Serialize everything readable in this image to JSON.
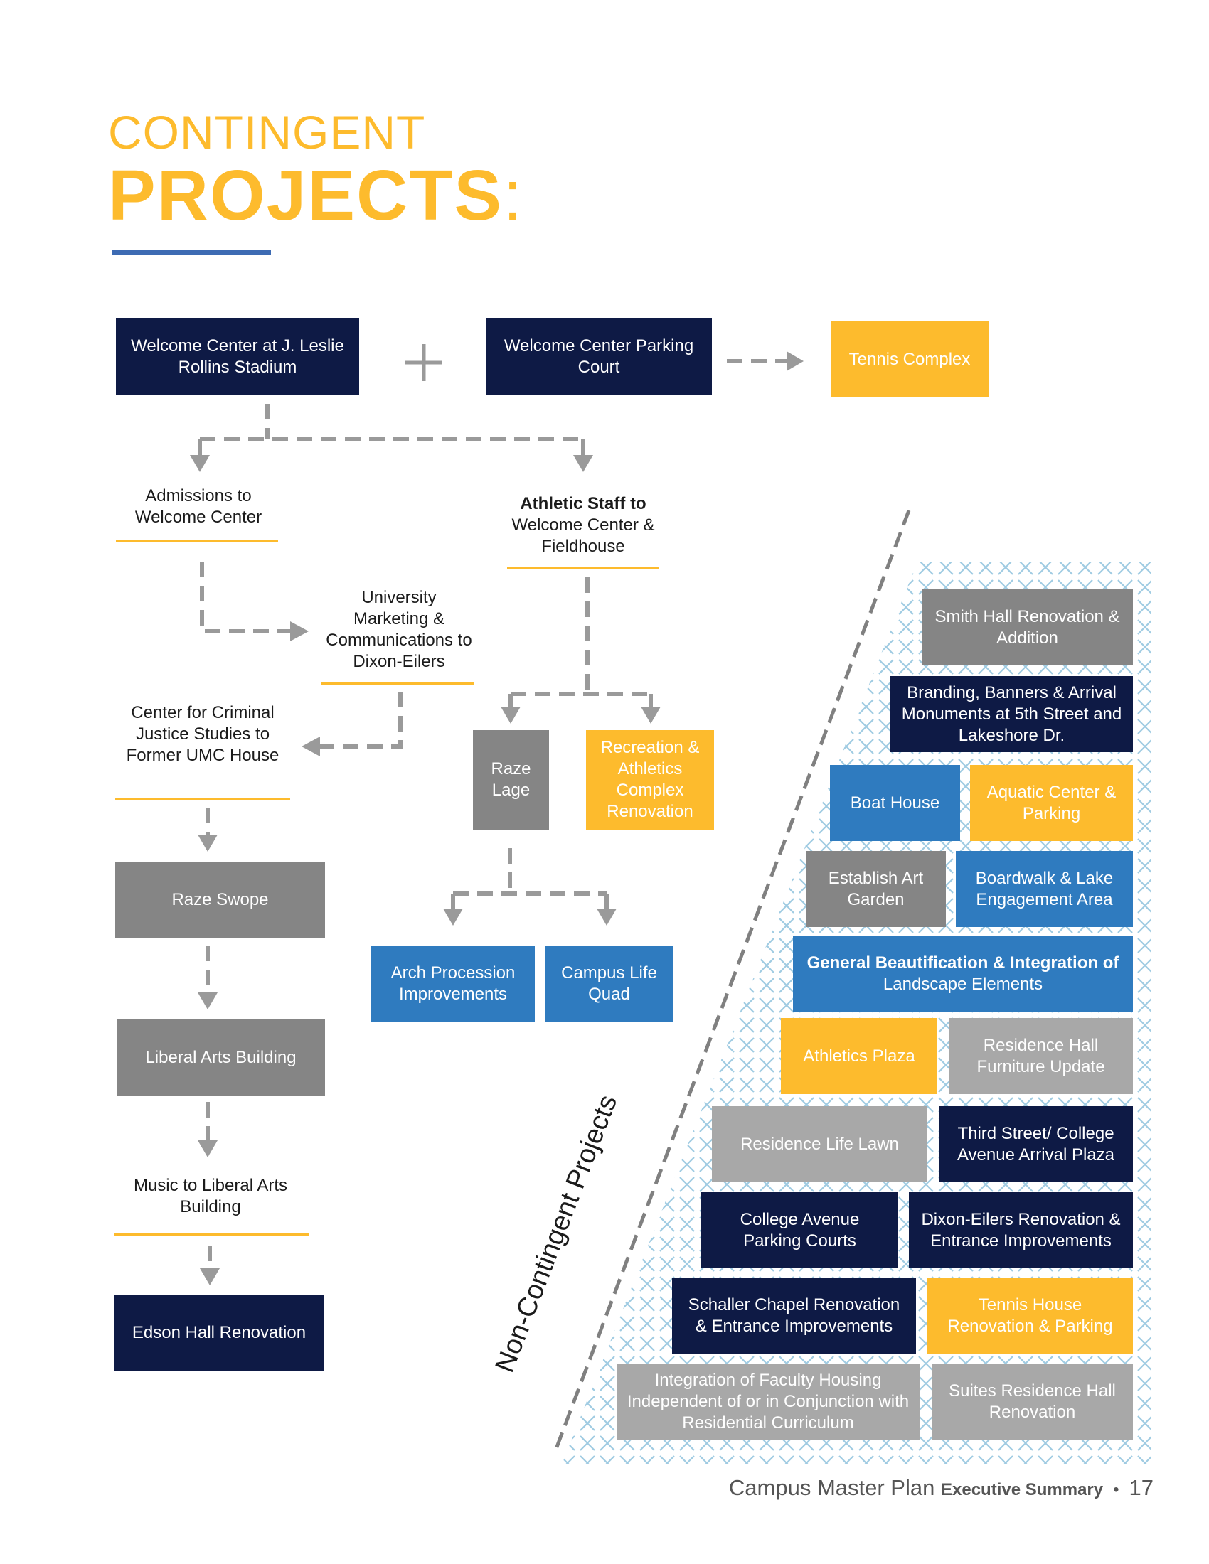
{
  "title": {
    "line1": "CONTINGENT",
    "line2": "PROJECTS",
    "colon": ":"
  },
  "colors": {
    "gold": "#fdbb2d",
    "navy": "#0e1a45",
    "blue": "#2f7bbf",
    "grey": "#858585",
    "light_grey": "#a8a8a8",
    "accent_rule": "#3d6bb3"
  },
  "contingent": {
    "welcome_center": "Welcome Center at J. Leslie Rollins Stadium",
    "plus": "+",
    "parking_court": "Welcome Center Parking Court",
    "tennis_complex": "Tennis Complex",
    "admissions": "Admissions to Welcome Center",
    "athletic_staff_bold": "Athletic Staff to",
    "athletic_staff_rest": "Welcome Center & Fieldhouse",
    "university_marketing": "University Marketing & Communications to Dixon-Eilers",
    "criminal_justice": "Center for Criminal Justice Studies to Former UMC House",
    "raze_lage": "Raze Lage",
    "recreation": "Recreation & Athletics Complex Renovation",
    "raze_swope": "Raze Swope",
    "arch_procession": "Arch Procession Improvements",
    "campus_life_quad": "Campus Life Quad",
    "liberal_arts": "Liberal Arts Building",
    "music": "Music to Liberal Arts Building",
    "edson_hall": "Edson Hall Renovation"
  },
  "non_contingent": {
    "label": "Non-Contingent Projects",
    "smith_hall": "Smith Hall Renovation & Addition",
    "branding": "Branding, Banners & Arrival Monuments at 5th Street and Lakeshore Dr.",
    "boat_house": "Boat House",
    "aquatic_center": "Aquatic Center & Parking",
    "art_garden": "Establish Art Garden",
    "boardwalk": "Boardwalk & Lake Engagement Area",
    "beautification_bold": "General Beautification & Integration of",
    "beautification_rest": "Landscape Elements",
    "athletics_plaza": "Athletics Plaza",
    "residence_furniture": "Residence Hall Furniture Update",
    "residence_lawn": "Residence Life Lawn",
    "third_street": "Third Street/ College Avenue Arrival Plaza",
    "college_avenue": "College Avenue Parking Courts",
    "dixon_eilers": "Dixon-Eilers Renovation & Entrance Improvements",
    "schaller_chapel": "Schaller Chapel Renovation & Entrance Improvements",
    "tennis_house": "Tennis House Renovation & Parking",
    "faculty_housing": "Integration of Faculty Housing Independent of or in Conjunction with Residential Curriculum",
    "suites_residence": "Suites Residence Hall Renovation"
  },
  "footer": {
    "plan": "Campus Master Plan",
    "summary": "Executive Summary",
    "bullet": "•",
    "page": "17"
  }
}
